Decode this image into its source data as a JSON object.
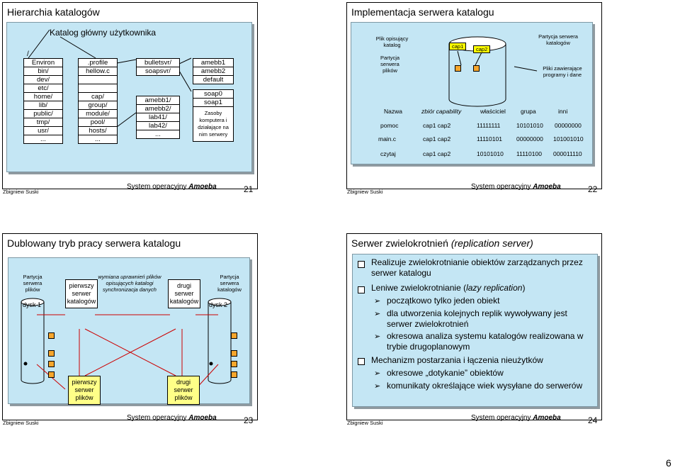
{
  "slide21": {
    "title": "Hierarchia katalogów",
    "subtitle": "Katalog główny użytkownika",
    "root": "/",
    "col1": [
      "Environ",
      "bin/",
      "dev/",
      "etc/",
      "home/",
      "lib/",
      "public/",
      "tmp/",
      "usr/",
      "..."
    ],
    "col2": [
      ".profile",
      "hellow.c",
      "",
      "",
      "cap/",
      "group/",
      "module/",
      "pool/",
      "hosts/",
      "..."
    ],
    "col3_top": [
      "bulletsvr/",
      "soapsvr/"
    ],
    "col3_bottom": [
      "amebb1/",
      "amebb2/",
      "lab41/",
      "lab42/",
      "..."
    ],
    "col4_top": [
      "amebb1",
      "amebb2",
      "default"
    ],
    "col4_mid": [
      "soap0",
      "soap1"
    ],
    "col4_note": "Zasoby komputera i działające na nim serwery",
    "footer_name": "Zbigniew Suski",
    "footer_system": "System operacyjny",
    "footer_system_name": "Amoeba",
    "page": "21"
  },
  "slide22": {
    "title": "Implementacja serwera katalogu",
    "label_plik": "Plik opisujący katalog",
    "label_partycja_plikow": "Partycja serwera plików",
    "label_partycja_katalogow": "Partycja serwera katalogów",
    "label_pliki": "Pliki zawierające programy i dane",
    "cap1": "cap1",
    "cap2": "cap2",
    "headers": [
      "Nazwa",
      "zbiór capability",
      "właściciel",
      "grupa",
      "inni"
    ],
    "rows": [
      [
        "pomoc",
        "cap1 cap2",
        "11111111",
        "10101010",
        "00000000"
      ],
      [
        "main.c",
        "cap1 cap2",
        "11110101",
        "00000000",
        "101001010"
      ],
      [
        "czytaj",
        "cap1 cap2",
        "10101010",
        "11110100",
        "000011110"
      ]
    ],
    "footer_name": "Zbigniew Suski",
    "footer_system": "System operacyjny",
    "footer_system_name": "Amoeba",
    "page": "22"
  },
  "slide23": {
    "title": "Dublowany tryb pracy serwera katalogu",
    "left_label": "Partycja serwera plików",
    "right_label": "Partycja serwera katalogów",
    "disk1": "dysk 1",
    "disk2": "dysk 2",
    "server1": "pierwszy serwer katalogów",
    "server2": "drugi serwer katalogów",
    "exchange": "wymiana uprawnień plików opisujących katalogi synchronizacja danych",
    "file1": "pierwszy serwer plików",
    "file2": "drugi serwer plików",
    "footer_name": "Zbigniew Suski",
    "footer_system": "System operacyjny",
    "footer_system_name": "Amoeba",
    "page": "23"
  },
  "slide24": {
    "title_plain": "Serwer zwielokrotnień",
    "title_italic": "(replication server)",
    "b1": "Realizuje zwielokrotnianie obiektów zarządzanych przez serwer katalogu",
    "b2_plain": "Leniwe zwielokrotnianie (",
    "b2_italic": "lazy replication",
    "b2_end": ")",
    "s1": "początkowo tylko jeden obiekt",
    "s2": "dla utworzenia kolejnych replik wywoływany jest serwer zwielokrotnień",
    "s3": "okresowa analiza systemu katalogów realizowana w trybie drugoplanowym",
    "b3": "Mechanizm postarzania i łączenia nieużytków",
    "s4": "okresowe „dotykanie” obiektów",
    "s5": "komunikaty określające wiek wysyłane do serwerów",
    "footer_name": "Zbigniew Suski",
    "footer_system": "System operacyjny",
    "footer_system_name": "Amoeba",
    "page": "24"
  },
  "page_number": "6"
}
